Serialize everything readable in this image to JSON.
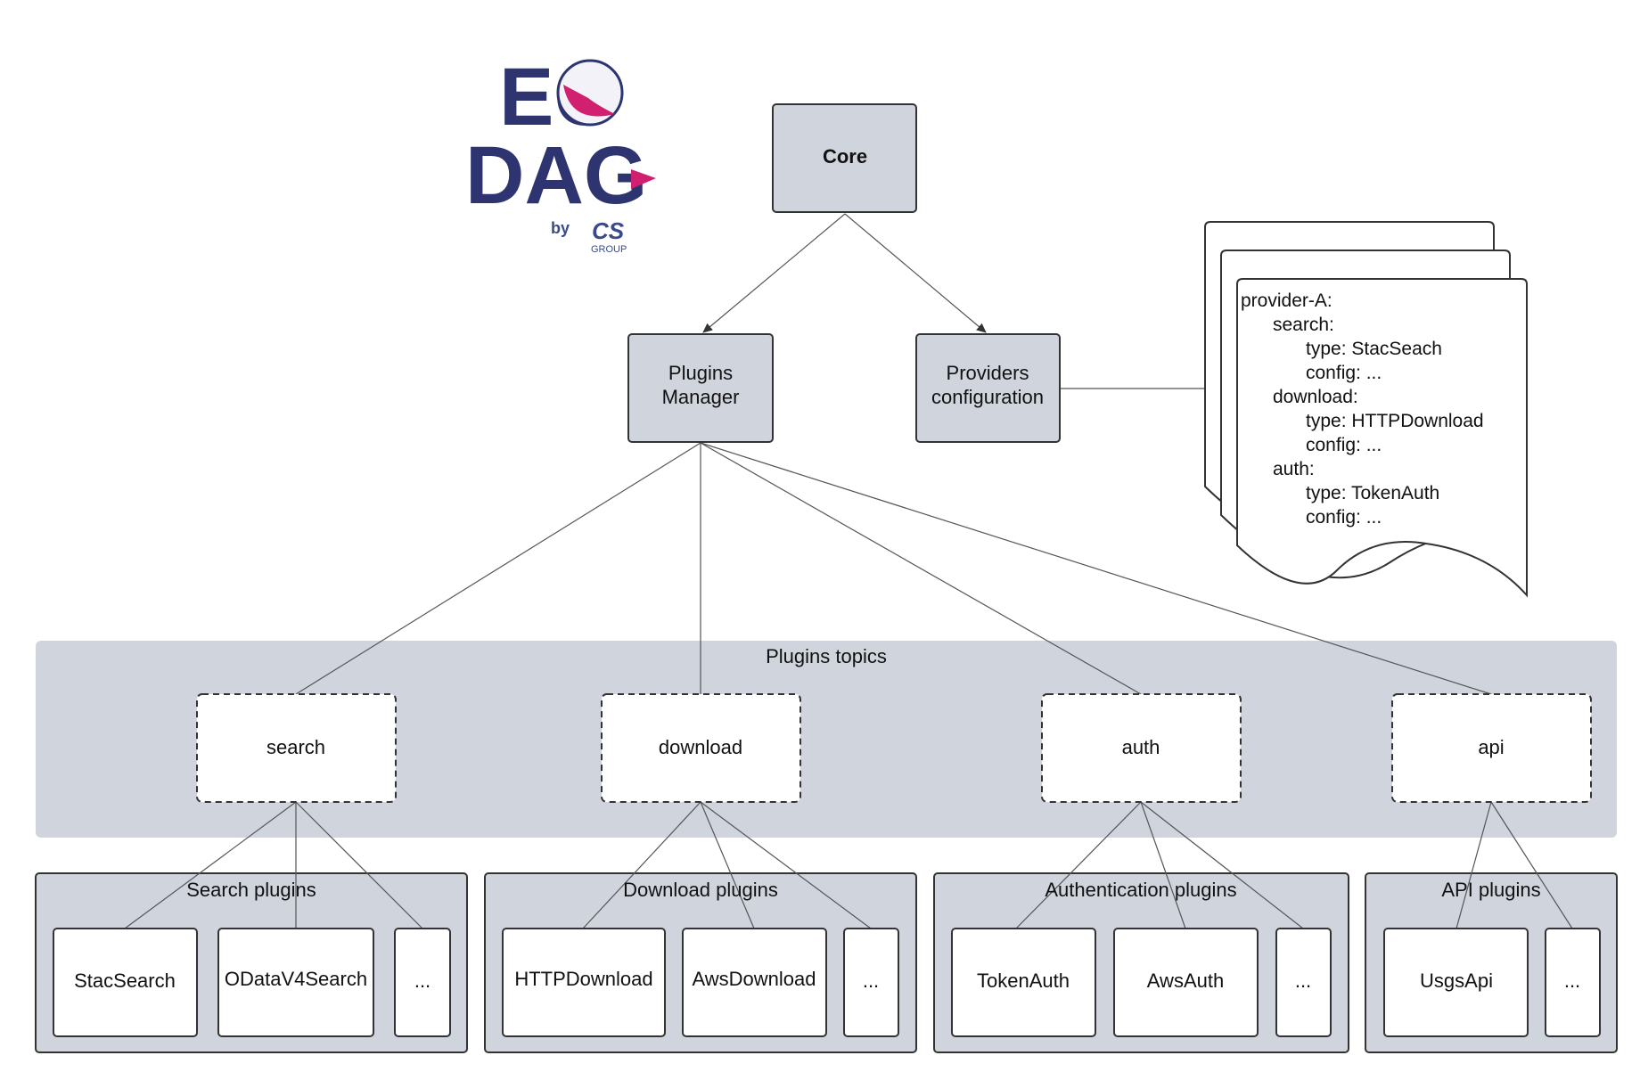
{
  "colors": {
    "node_fill": "#d0d5dd",
    "container_fill": "#d0d5dd",
    "stroke": "#333333",
    "edge": "#555555",
    "logo_navy": "#2e3470",
    "logo_magenta": "#d0206f"
  },
  "logo": {
    "line1": "EO",
    "line2": "DAG",
    "by": "by",
    "brand": "CS",
    "group": "GROUP"
  },
  "nodes": {
    "core": "Core",
    "plugins_manager": [
      "Plugins",
      "Manager"
    ],
    "providers_configuration": [
      "Providers",
      "configuration"
    ]
  },
  "provider_config_doc": {
    "lines": [
      "provider-A:",
      "search:",
      "type: StacSeach",
      "config: ...",
      "download:",
      "type: HTTPDownload",
      "config: ...",
      "auth:",
      "type: TokenAuth",
      "config: ..."
    ]
  },
  "topics": {
    "title": "Plugins topics",
    "items": [
      "search",
      "download",
      "auth",
      "api"
    ]
  },
  "plugin_groups": [
    {
      "title": "Search plugins",
      "items": [
        "StacSearch",
        "ODataV4Search",
        "..."
      ]
    },
    {
      "title": "Download plugins",
      "items": [
        "HTTPDownload",
        "AwsDownload",
        "..."
      ]
    },
    {
      "title": "Authentication plugins",
      "items": [
        "TokenAuth",
        "AwsAuth",
        "..."
      ]
    },
    {
      "title": "API plugins",
      "items": [
        "UsgsApi",
        "..."
      ]
    }
  ]
}
